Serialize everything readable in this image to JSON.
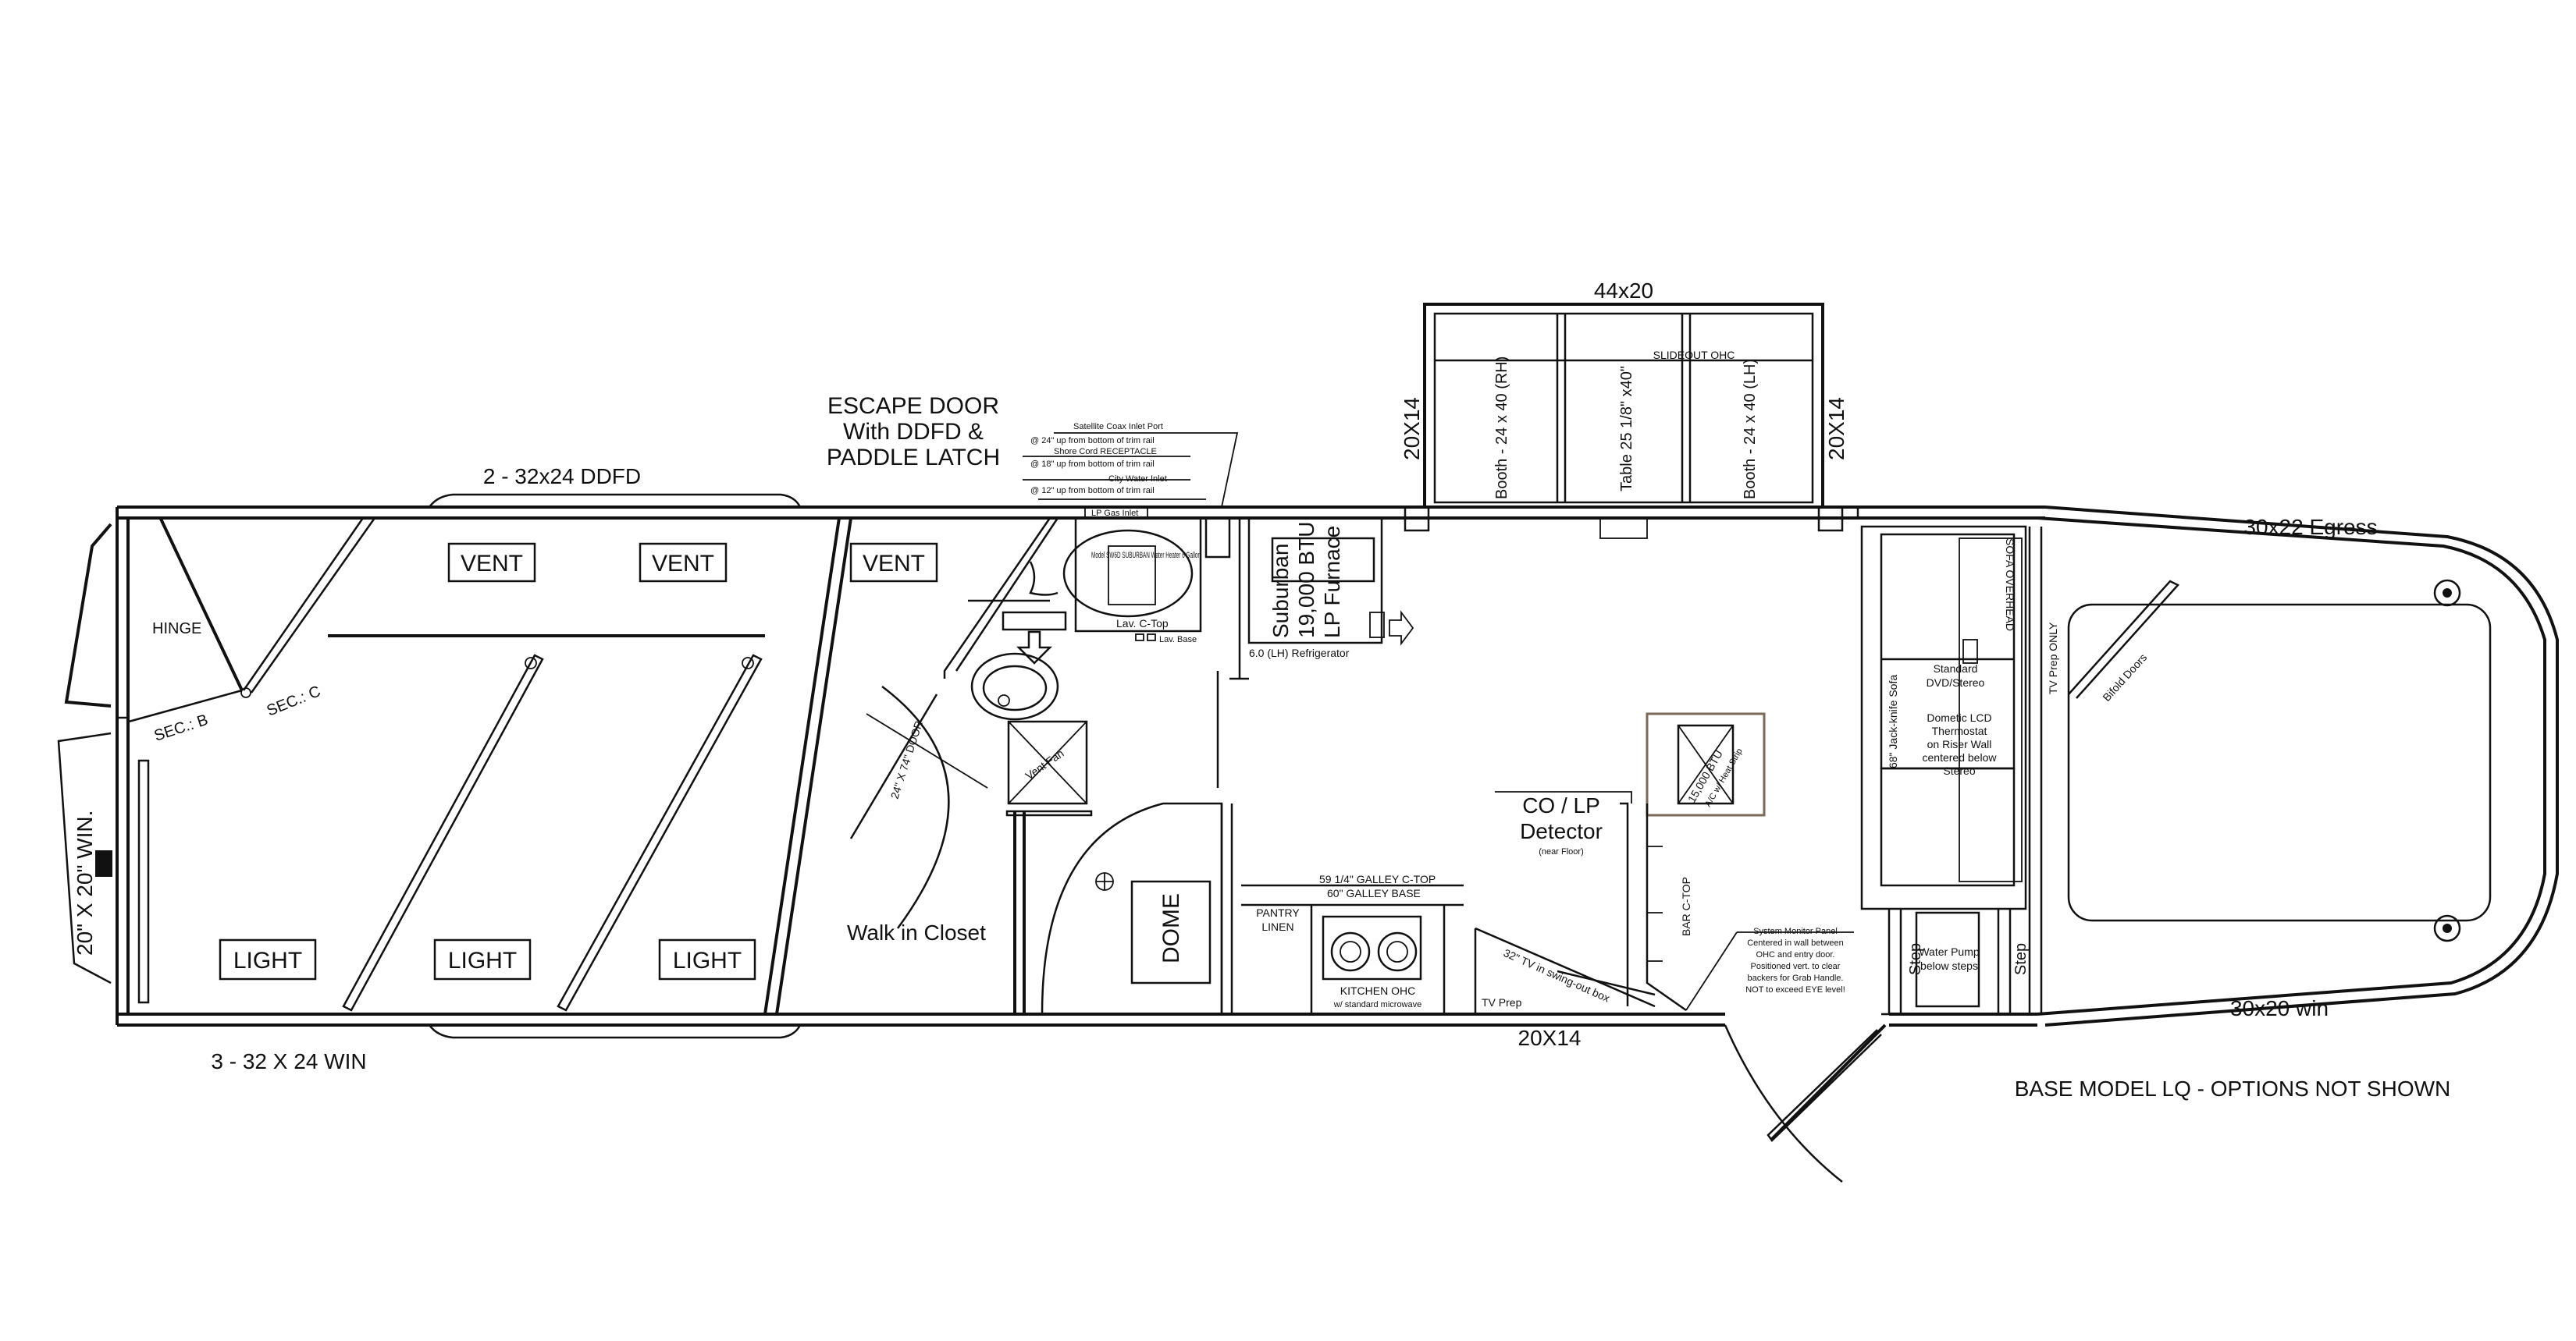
{
  "labels": {
    "ddfd": "2 - 32x24 DDFD",
    "win_bottom": "3 - 32 X 24 WIN",
    "escape_1": "ESCAPE DOOR",
    "escape_2": "With DDFD &",
    "escape_3": "PADDLE LATCH",
    "hinge": "HINGE",
    "sec_b": "SEC.: B",
    "sec_c": "SEC.: C",
    "side_win": "20\" X 20\" WIN.",
    "vent": "VENT",
    "light": "LIGHT",
    "closet": "Walk in Closet",
    "door_24x74": "24\" X 74\" DOOR",
    "vent_fan": "Vent Fan",
    "dome": "DOME",
    "slide_top": "44x20",
    "slide_left": "20X14",
    "slide_right": "20X14",
    "booth_rh": "Booth - 24 x 40 (RH)",
    "table": "Table 25 1/8\" x40\"",
    "booth_lh": "Booth - 24 x 40 (LH)",
    "slideout_ohc": "SLIDEOUT OHC",
    "sat_coax": "Satellite Coax Inlet Port",
    "sat_coax_h": "@ 24\" up from bottom of trim rail",
    "shore_cord": "Shore Cord RECEPTACLE",
    "shore_cord_h": "@ 18\" up from bottom of trim rail",
    "city_water": "City Water Inlet",
    "city_water_h": "@ 12\" up from bottom of trim rail",
    "lp_gas": "LP Gas Inlet",
    "water_heater": "Model SW6D SUBURBAN Water Heater 6 Gallon",
    "lav_ctop": "Lav. C-Top",
    "lav_base": "Lav. Base",
    "furnace_1": "Suburban",
    "furnace_2": "19,000 BTU",
    "furnace_3": "LP Furnace",
    "refrigerator": "6.0 (LH) Refrigerator",
    "co_lp_1": "CO / LP",
    "co_lp_2": "Detector",
    "near_floor": "(near Floor)",
    "ac_1": "15,000 BTU",
    "ac_2": "A/C w/ Heat Strip",
    "galley_ctop": "59 1/4\" GALLEY C-TOP",
    "galley_base": "60\" GALLEY BASE",
    "pantry_1": "PANTRY",
    "pantry_2": "LINEN",
    "kitchen_ohc_1": "KITCHEN OHC",
    "kitchen_ohc_2": "w/ standard microwave",
    "tv_swing": "32\" TV in swing-out box",
    "tv_prep": "TV Prep",
    "bar_ctop": "BAR C-TOP",
    "sys_monitor": [
      "System Monitor Panel",
      "Centered in wall between",
      "OHC and entry door.",
      "Positioned vert. to clear",
      "backers for Grab Handle.",
      "NOT to exceed EYE level!"
    ],
    "win_20x14": "20X14",
    "sofa": "68\" Jack-knife Sofa",
    "standard_dvd": [
      "Standard",
      "DVD/Stereo"
    ],
    "sofa_ohc": "SOFA OVERHEAD",
    "tv_prep_only": "TV Prep ONLY",
    "thermostat": [
      "Dometic LCD",
      "Thermostat",
      "on Riser Wall",
      "centered below",
      "Stereo"
    ],
    "step": "Step",
    "water_pump": [
      "Water Pump",
      "below steps"
    ],
    "egress": "30x22 Egress",
    "win_30x20": "30x20 win",
    "bifold": "Bifold Doors",
    "base_model": "BASE MODEL LQ - OPTIONS NOT SHOWN"
  }
}
